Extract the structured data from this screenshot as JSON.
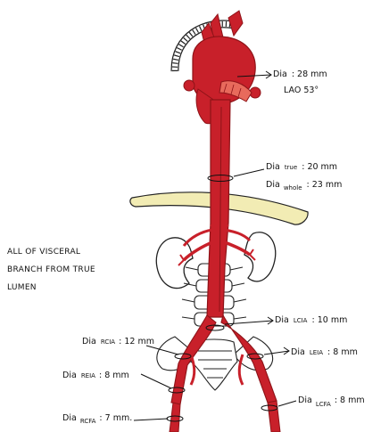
{
  "colors": {
    "artery": "#c8202a",
    "artery_dark": "#8e1318",
    "thrombus": "#e86a5c",
    "diaphragm": "#f2ecb4",
    "ink": "#111111"
  },
  "note": {
    "line1": "ALL OF VISCERAL",
    "line2": "BRANCH FROM TRUE",
    "line3": "LUMEN"
  },
  "labels": {
    "arch": {
      "prefix": "Dia",
      "value": ": 28 mm",
      "line2": "LAO 53°"
    },
    "true_lumen": {
      "prefix": "Dia",
      "sub": "true",
      "value": ": 20 mm"
    },
    "whole": {
      "prefix": "Dia",
      "sub": "whole",
      "value": ": 23 mm"
    },
    "lcia": {
      "prefix": "Dia",
      "sub": "LCIA",
      "value": ": 10 mm"
    },
    "rcia": {
      "prefix": "Dia",
      "sub": "RCIA",
      "value": ": 12 mm"
    },
    "leia": {
      "prefix": "Dia",
      "sub": "LEIA",
      "value": ": 8 mm"
    },
    "reia": {
      "prefix": "Dia",
      "sub": "REIA",
      "value": ": 8 mm"
    },
    "lcfa": {
      "prefix": "Dia",
      "sub": "LCFA",
      "value": ": 8 mm"
    },
    "rcfa": {
      "prefix": "Dia",
      "sub": "RCFA",
      "value": ": 7 mm."
    }
  }
}
